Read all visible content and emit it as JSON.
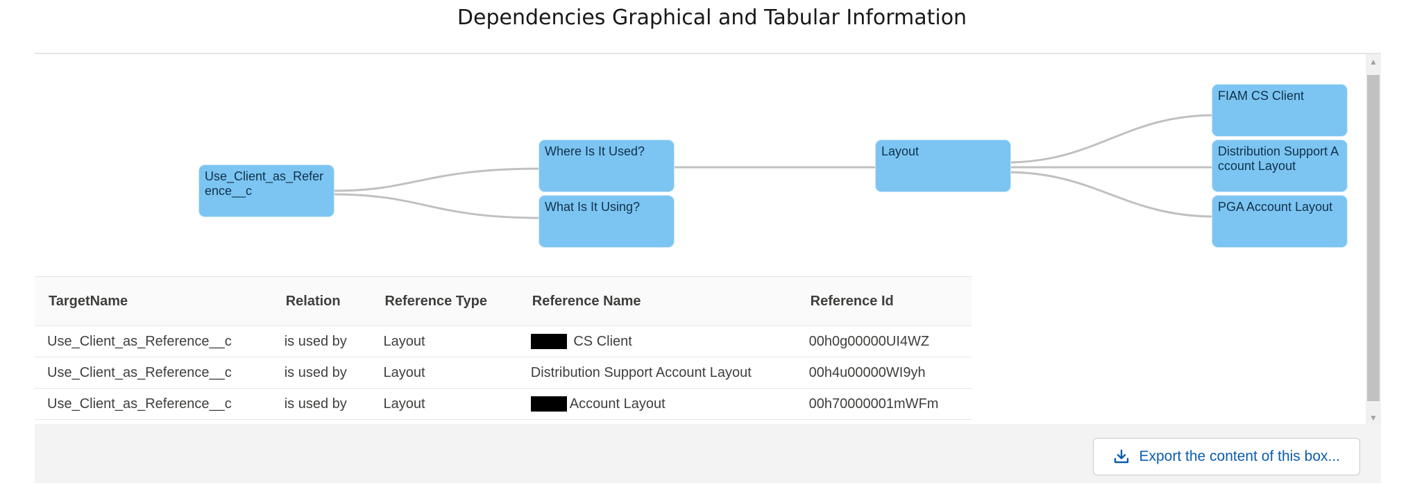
{
  "page": {
    "title": "Dependencies Graphical and Tabular Information"
  },
  "graph": {
    "root": "Use_Client_as_Reference__c",
    "where_used": "Where Is It Used?",
    "what_using": "What Is It Using?",
    "layout": "Layout",
    "leaf1": "FIAM CS Client",
    "leaf2": "Distribution Support Account Layout",
    "leaf3": "PGA Account Layout"
  },
  "table": {
    "headers": [
      "TargetName",
      "Relation",
      "Reference Type",
      "Reference Name",
      "Reference Id"
    ],
    "rows": [
      {
        "target": "Use_Client_as_Reference__c",
        "relation": "is used by",
        "type": "Layout",
        "name": "CS Client",
        "id": "00h0g00000UI4WZ",
        "redacted_prefix": true
      },
      {
        "target": "Use_Client_as_Reference__c",
        "relation": "is used by",
        "type": "Layout",
        "name": "Distribution Support Account Layout",
        "id": "00h4u00000WI9yh",
        "redacted_prefix": false
      },
      {
        "target": "Use_Client_as_Reference__c",
        "relation": "is used by",
        "type": "Layout",
        "name": "Account Layout",
        "id": "00h70000001mWFm",
        "redacted_prefix": true
      }
    ]
  },
  "footer": {
    "export_label": "Export the content of this box..."
  }
}
